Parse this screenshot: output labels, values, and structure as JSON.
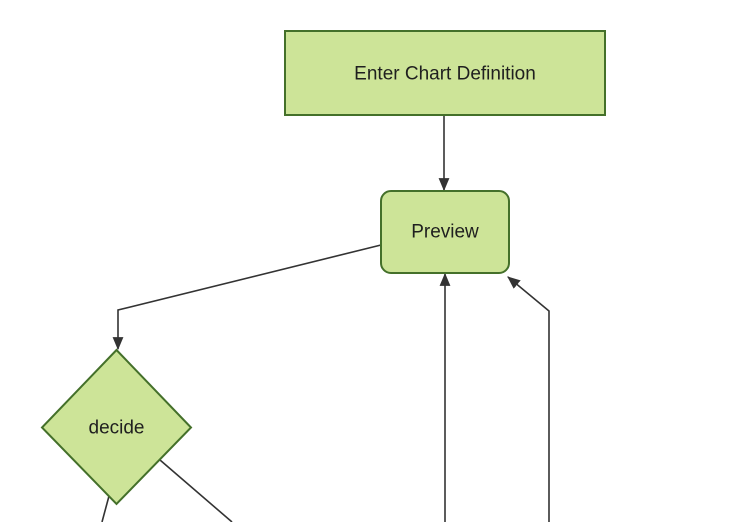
{
  "diagram": {
    "type": "flowchart",
    "direction": "top-down",
    "colors": {
      "node_fill": "#cde498",
      "node_border": "#44702a",
      "edge_line": "#333333",
      "label_text": "#1f1f1f",
      "canvas_background": "#ffffff"
    },
    "nodes": [
      {
        "id": "enter-chart-definition",
        "label": "Enter Chart Definition",
        "shape": "rectangle"
      },
      {
        "id": "preview",
        "label": "Preview",
        "shape": "rounded-rectangle"
      },
      {
        "id": "decide",
        "label": "decide",
        "shape": "diamond"
      }
    ],
    "edges": [
      {
        "from": "enter-chart-definition",
        "to": "preview",
        "arrowhead": true
      },
      {
        "from": "preview",
        "to": "decide",
        "arrowhead": true
      },
      {
        "from": "offscreen-bottom",
        "to": "preview",
        "arrowhead": true
      },
      {
        "from": "offscreen-bottom-right",
        "to": "preview",
        "arrowhead": true
      },
      {
        "from": "decide",
        "to": "offscreen-bottom-left",
        "arrowhead": false
      },
      {
        "from": "decide",
        "to": "offscreen-bottom-right",
        "arrowhead": false
      }
    ]
  }
}
